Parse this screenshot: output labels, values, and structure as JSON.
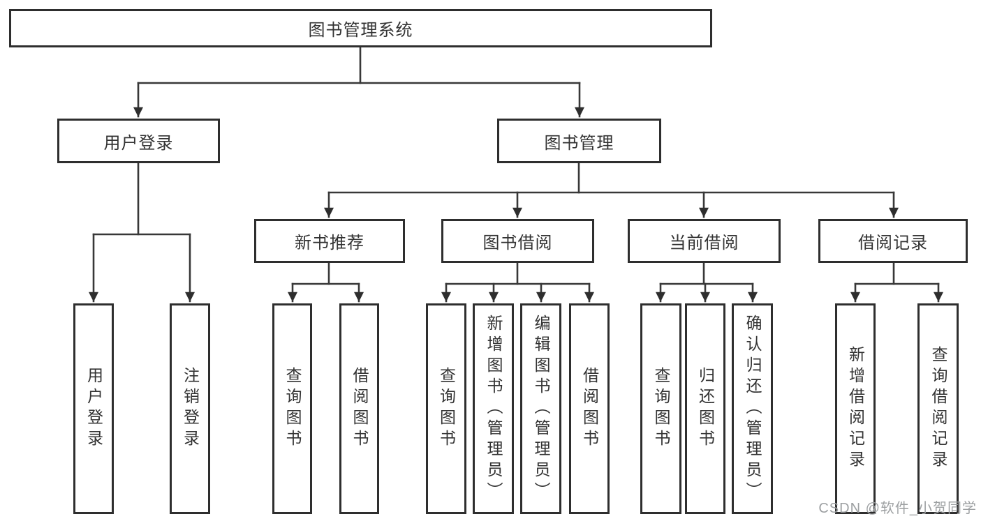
{
  "diagram": {
    "title": "图书管理系统",
    "type": "hierarchy-tree",
    "tree": {
      "root": {
        "label": "图书管理系统"
      },
      "branches": [
        {
          "label": "用户登录",
          "children": [
            "用户登录",
            "注销登录"
          ]
        },
        {
          "label": "图书管理",
          "sections": [
            {
              "label": "新书推荐",
              "children": [
                "查询图书",
                "借阅图书"
              ]
            },
            {
              "label": "图书借阅",
              "children": [
                "查询图书",
                "新增图书（管理员）",
                "编辑图书（管理员）",
                "借阅图书"
              ]
            },
            {
              "label": "当前借阅",
              "children": [
                "查询图书",
                "归还图书",
                "确认归还（管理员）"
              ]
            },
            {
              "label": "借阅记录",
              "children": [
                "新增借阅记录",
                "查询借阅记录"
              ]
            }
          ]
        }
      ]
    },
    "colors": {
      "box_border": "#2e2e2e",
      "line": "#383838",
      "text": "#333333",
      "background": "#ffffff",
      "watermark_text": "#9da0a2"
    }
  },
  "watermark": "CSDN @软件_小贺同学"
}
